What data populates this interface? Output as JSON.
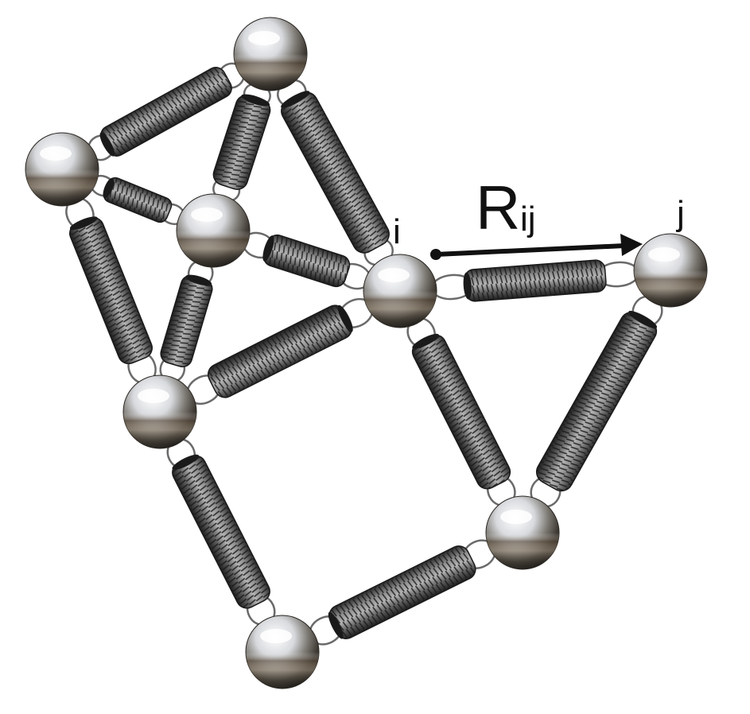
{
  "labels": {
    "node_i": "i",
    "node_j": "j",
    "vector_main": "R",
    "vector_subscript": "ij"
  },
  "colors": {
    "background": "#ffffff",
    "spring_dark": "#3a3a3a",
    "spring_light": "#9a9a9a",
    "loop": "#6a6a6a",
    "arrow": "#111111"
  }
}
